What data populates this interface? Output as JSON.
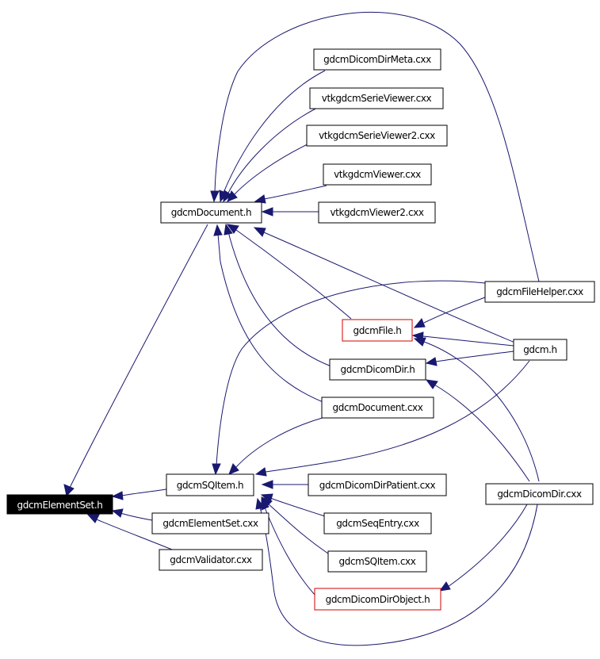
{
  "colors": {
    "edge": "#191970",
    "highlight_fill": "#000000",
    "highlight_text": "#ffffff",
    "incomplete_border": "#d00000"
  },
  "nodes": {
    "elementset_h": "gdcmElementSet.h",
    "document_h": "gdcmDocument.h",
    "sqitem_h": "gdcmSQItem.h",
    "elementset_cxx": "gdcmElementSet.cxx",
    "validator_cxx": "gdcmValidator.cxx",
    "dicomdirmeta_cxx": "gdcmDicomDirMeta.cxx",
    "serieviewer_cxx": "vtkgdcmSerieViewer.cxx",
    "serieviewer2_cxx": "vtkgdcmSerieViewer2.cxx",
    "viewer_cxx": "vtkgdcmViewer.cxx",
    "viewer2_cxx": "vtkgdcmViewer2.cxx",
    "file_h": "gdcmFile.h",
    "dicomdir_h": "gdcmDicomDir.h",
    "document_cxx": "gdcmDocument.cxx",
    "filehelper_cxx": "gdcmFileHelper.cxx",
    "gdcm_h": "gdcm.h",
    "dicomdirpatient_cxx": "gdcmDicomDirPatient.cxx",
    "seqentry_cxx": "gdcmSeqEntry.cxx",
    "sqitem_cxx": "gdcmSQItem.cxx",
    "dicomdirobject_h": "gdcmDicomDirObject.h",
    "dicomdir_cxx": "gdcmDicomDir.cxx"
  }
}
